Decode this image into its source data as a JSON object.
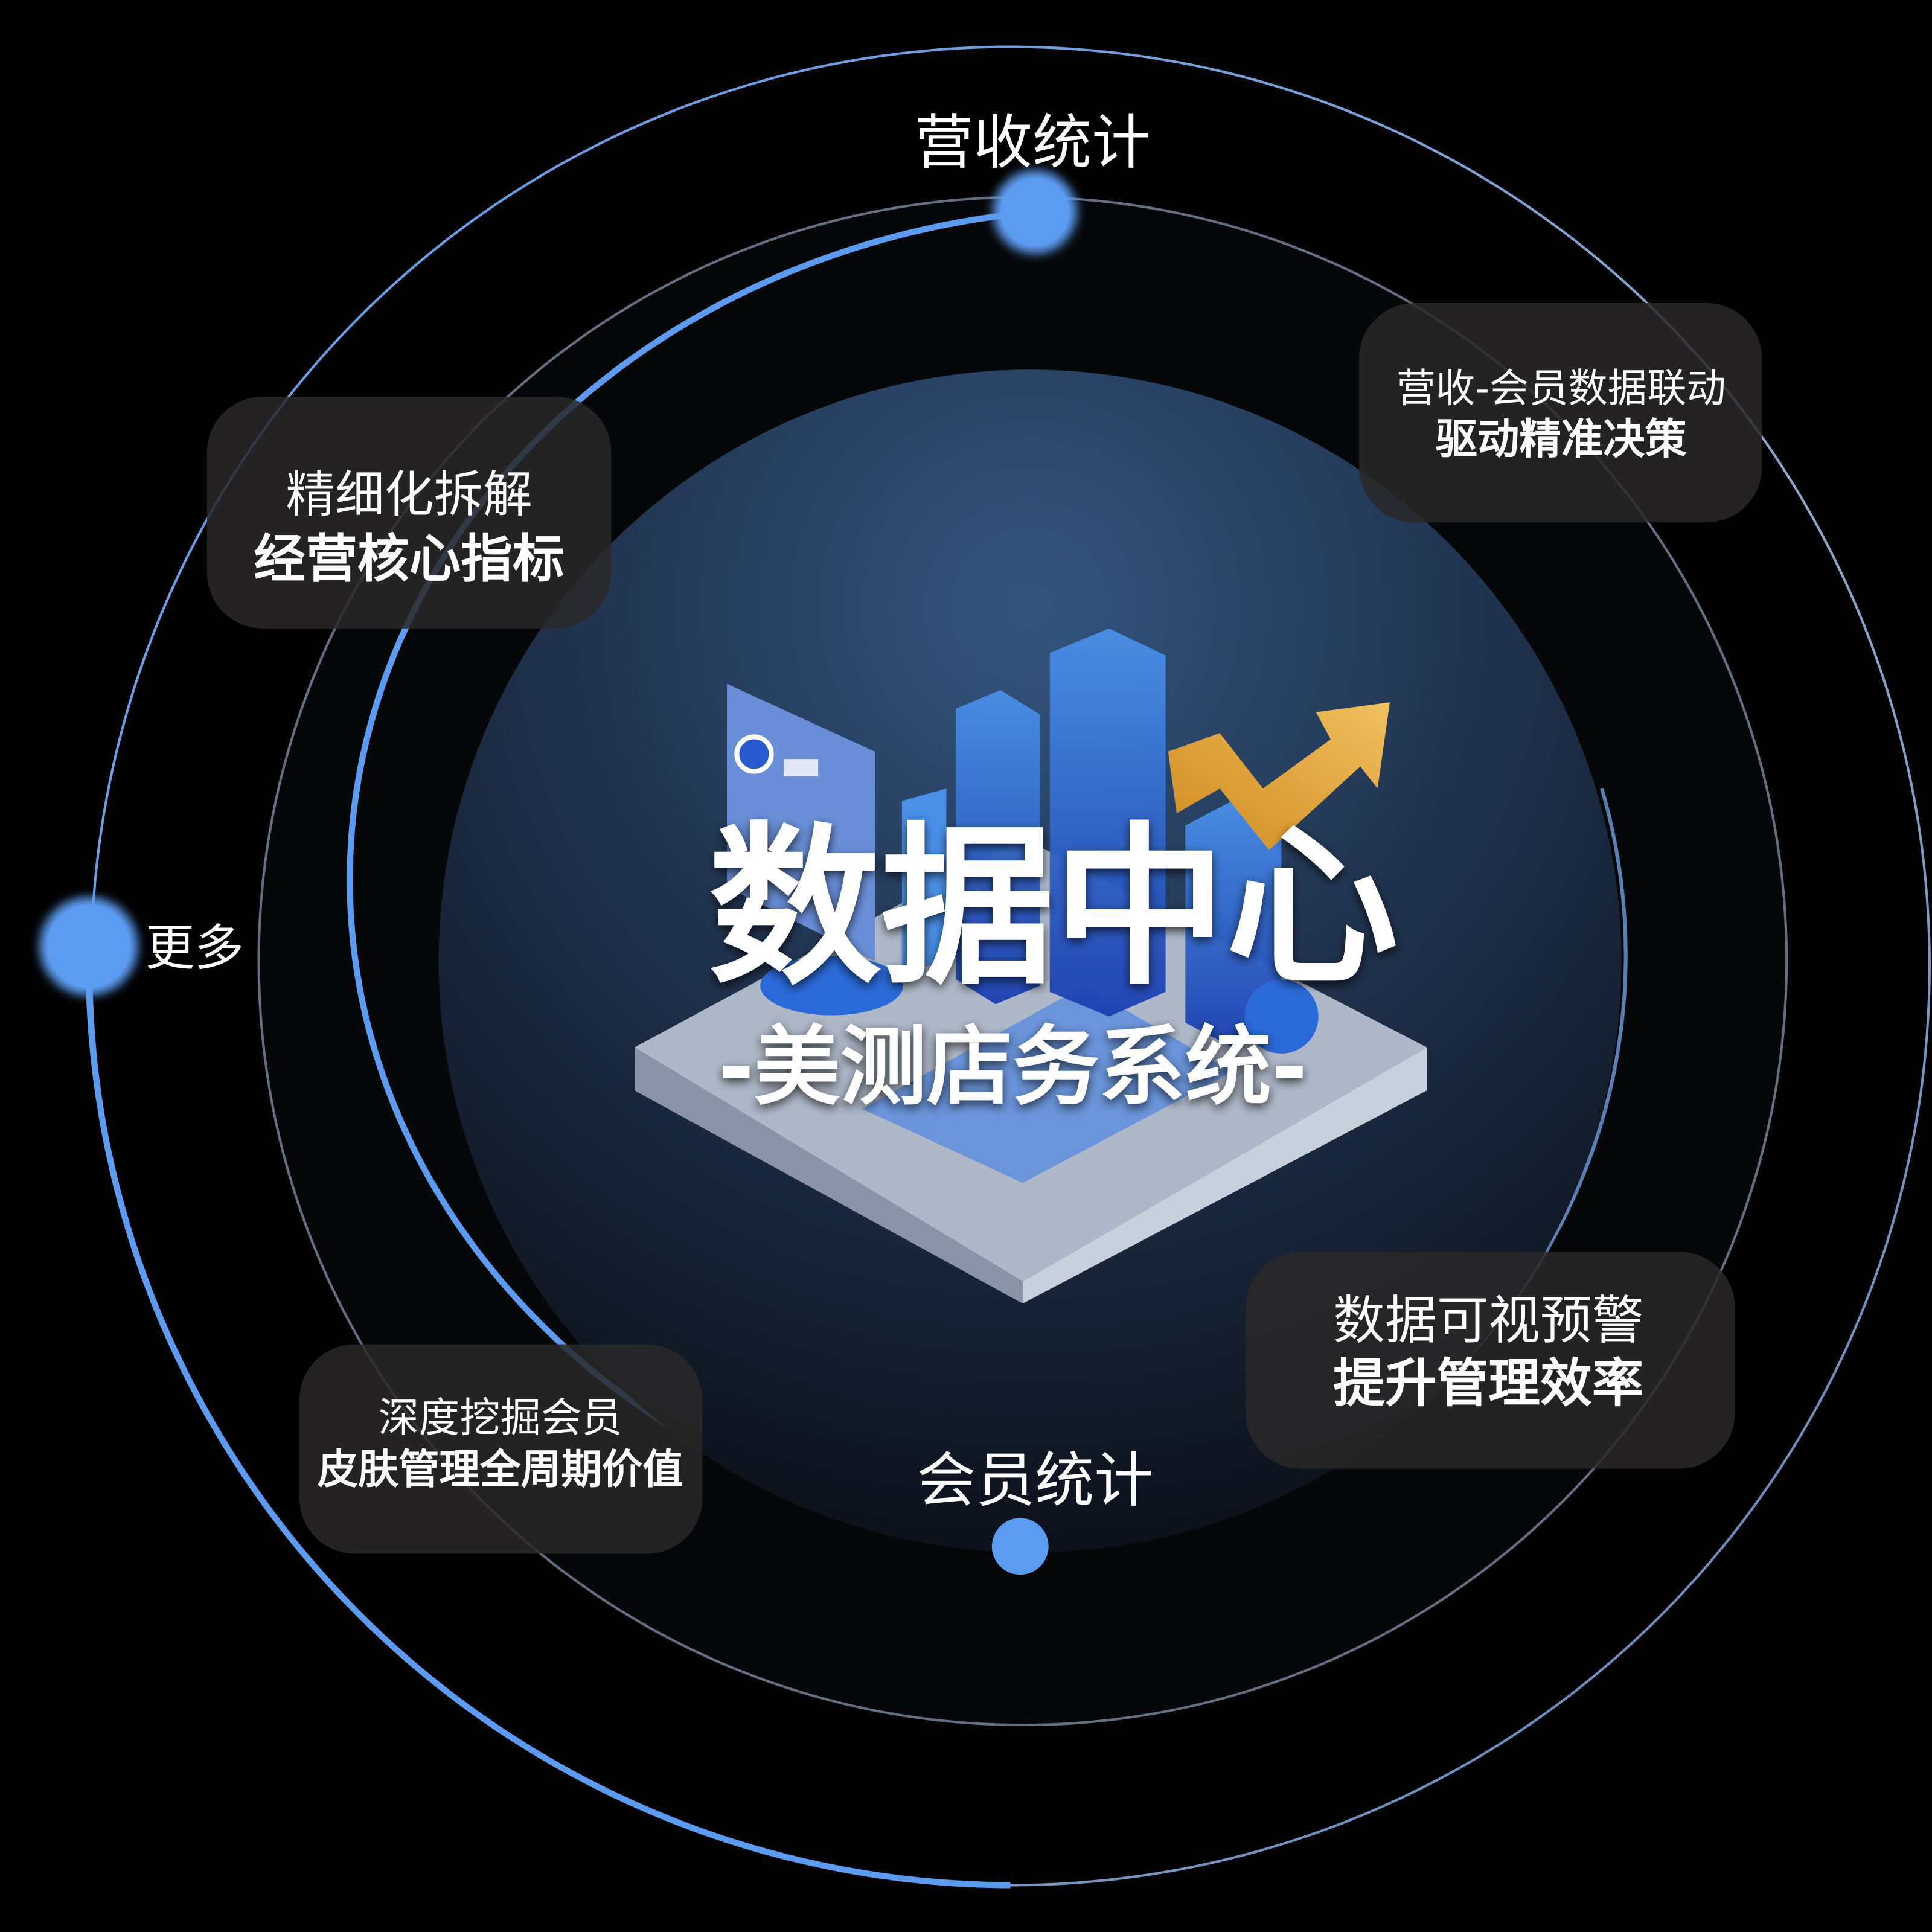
{
  "center": {
    "title": "数据中心",
    "subtitle": "-美测店务系统-"
  },
  "orbit_labels": {
    "top": "营收统计",
    "bottom": "会员统计",
    "left": "更多"
  },
  "cards": [
    {
      "line1": "精细化拆解",
      "line2": "经营核心指标"
    },
    {
      "line1": "营收-会员数据联动",
      "line2": "驱动精准决策"
    },
    {
      "line1": "数据可视预警",
      "line2": "提升管理效率"
    },
    {
      "line1": "深度挖掘会员",
      "line2": "皮肤管理全周期价值"
    }
  ],
  "colors": {
    "accent": "#5b9bf0",
    "card_bg": "#2a2828",
    "inner_circle": "#2c4a72",
    "arrow": "#e0a030"
  }
}
